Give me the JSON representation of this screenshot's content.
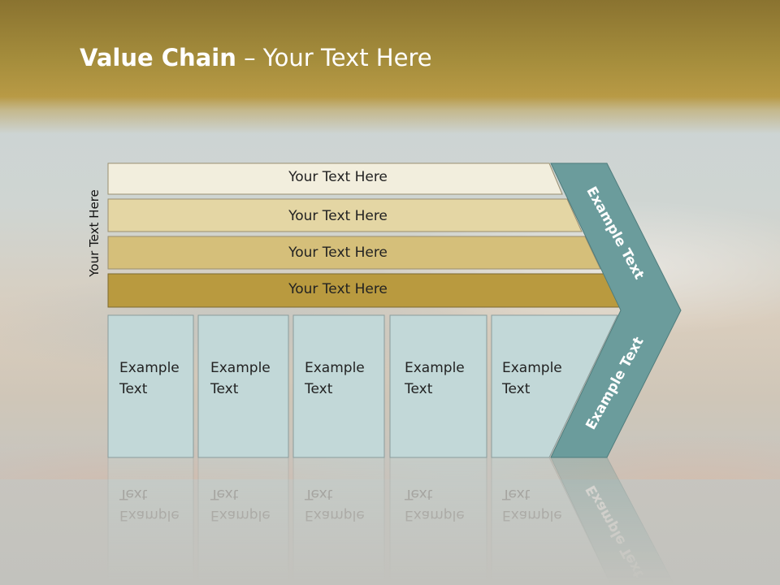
{
  "title": {
    "bold": "Value Chain",
    "rest": " – Your Text Here"
  },
  "side_label": "Your Text Here",
  "bars": [
    {
      "label": "Your Text Here",
      "color": "#f2eedd"
    },
    {
      "label": "Your Text Here",
      "color": "#e4d6a4"
    },
    {
      "label": "Your Text Here",
      "color": "#d5bf7a"
    },
    {
      "label": "Your Text Here",
      "color": "#b99a3f"
    }
  ],
  "boxes": [
    {
      "line1": "Example",
      "line2": "Text"
    },
    {
      "line1": "Example",
      "line2": "Text"
    },
    {
      "line1": "Example",
      "line2": "Text"
    },
    {
      "line1": "Example",
      "line2": "Text"
    },
    {
      "line1": "Example",
      "line2": "Text"
    }
  ],
  "chevron": {
    "upper": "Example Text",
    "lower": "Example Text",
    "color": "#6b9c9c"
  },
  "colors": {
    "box_fill": "#c2d8d8",
    "title_band": "#a58d3c"
  }
}
